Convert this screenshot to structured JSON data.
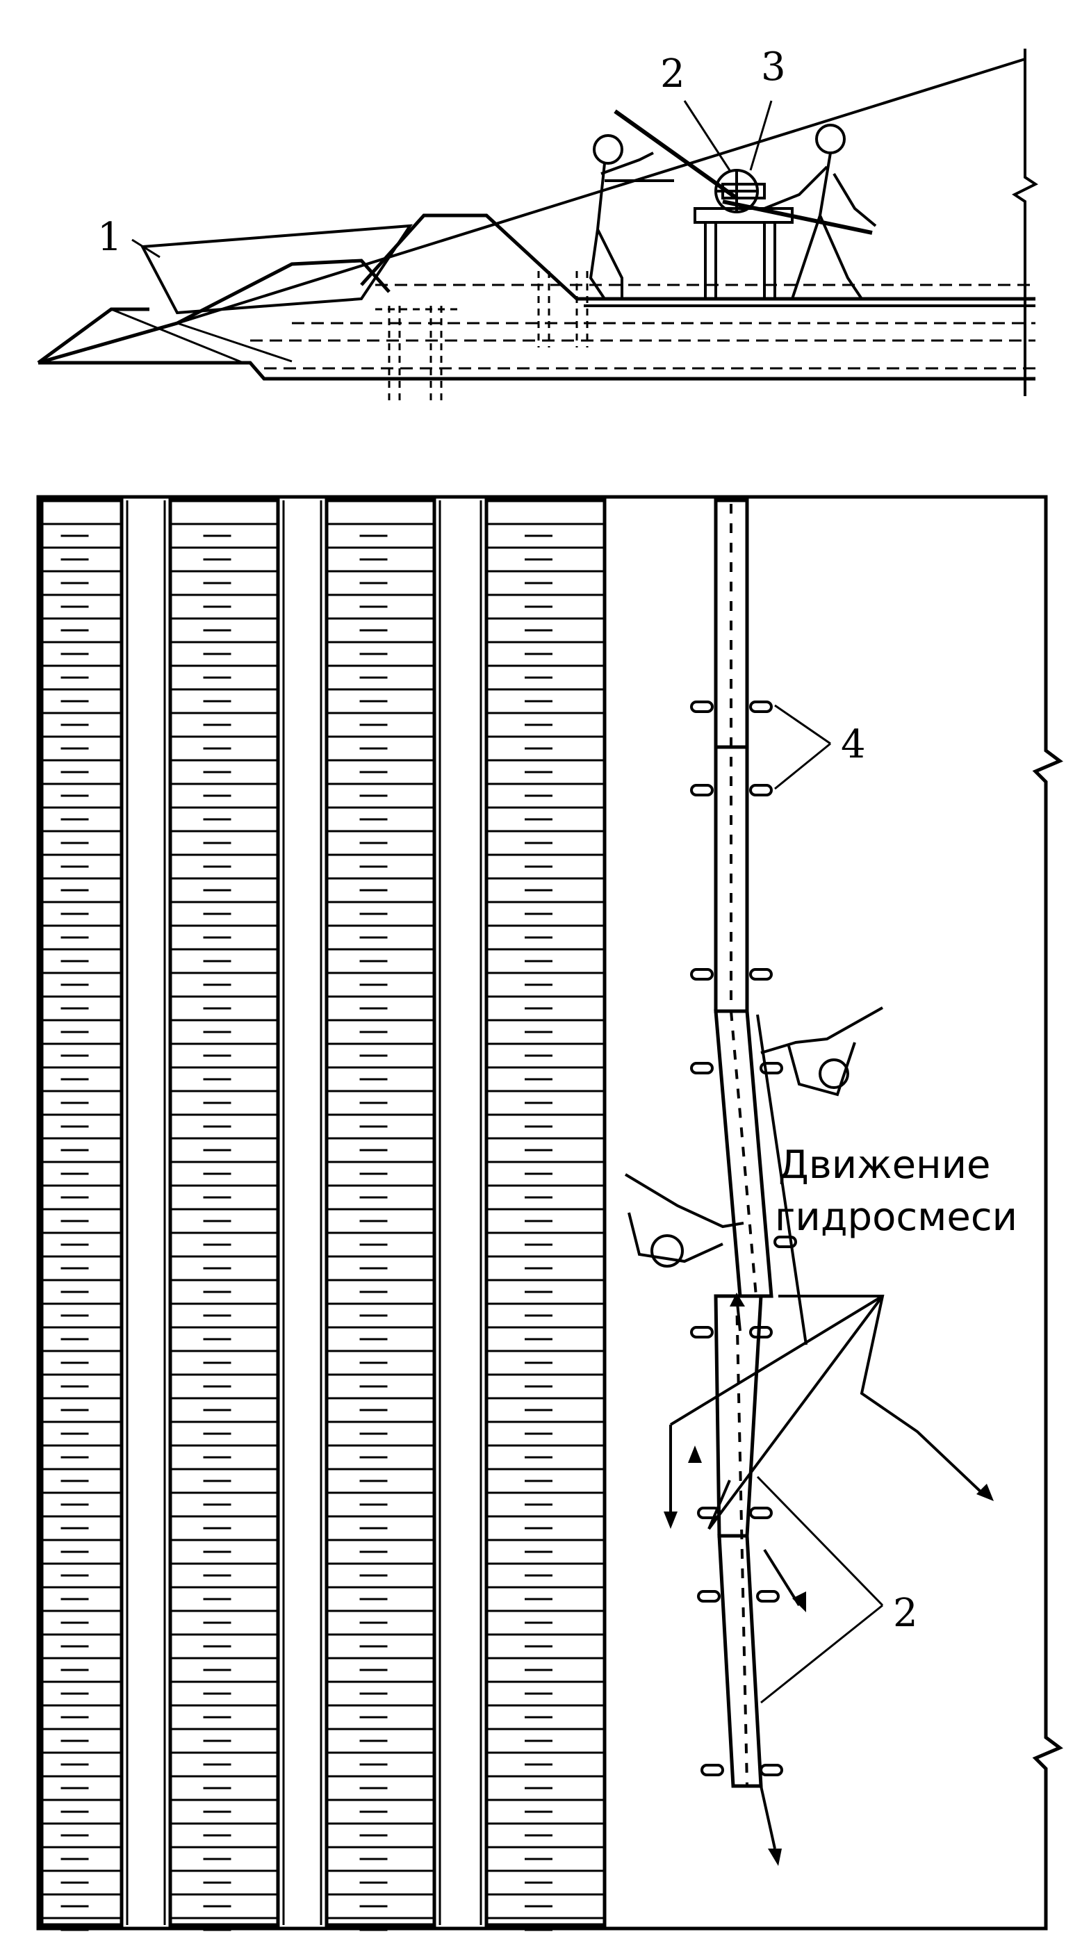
{
  "labels": {
    "l1": "1",
    "l2_top": "2",
    "l3": "3",
    "l4": "4",
    "l2_bottom": "2",
    "flow_line1": "Движение",
    "flow_line2": "гидросмеси"
  },
  "colors": {
    "ink": "#000000",
    "paper": "#ffffff"
  },
  "icons": {
    "worker": "worker-figure-icon",
    "arrow": "arrowhead-icon"
  }
}
